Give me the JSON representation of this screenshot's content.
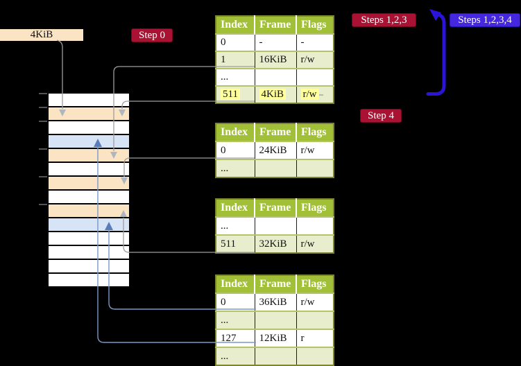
{
  "colors": {
    "wheat": "#fbe4c4",
    "lightblue": "#d7e4f5",
    "header_green": "#a2c037",
    "row_green": "#e8eecd",
    "highlight": "#ffff9c",
    "badge_red": "#a91233",
    "badge_blue": "#4527e0",
    "arrow_blue": "#2a14da",
    "connector_gray": "#9e9e9e",
    "connector_blue": "#7a97c9"
  },
  "frame_label": {
    "text": "4KiB"
  },
  "badges": {
    "step0": "Step 0",
    "steps123": "Steps 1,2,3",
    "steps1234": "Steps 1,2,3,4",
    "step4": "Step 4"
  },
  "memory_strip": {
    "rows": [
      "white",
      "wheat",
      "white",
      "blue",
      "wheat",
      "white",
      "wheat",
      "white",
      "wheat",
      "blue",
      "white",
      "white",
      "white",
      "white"
    ]
  },
  "tables": [
    {
      "id": "page-table-1",
      "headers": [
        "Index",
        "Frame",
        "Flags"
      ],
      "rows": [
        {
          "cells": [
            "0",
            "-",
            "-"
          ],
          "shade": "white",
          "highlight": false
        },
        {
          "cells": [
            "1",
            "16KiB",
            "r/w"
          ],
          "shade": "green",
          "highlight": false
        },
        {
          "cells": [
            "...",
            "",
            ""
          ],
          "shade": "white",
          "highlight": false
        },
        {
          "cells": [
            "511",
            "4KiB",
            "r/w"
          ],
          "shade": "green",
          "highlight": true
        }
      ]
    },
    {
      "id": "page-table-2",
      "headers": [
        "Index",
        "Frame",
        "Flags"
      ],
      "rows": [
        {
          "cells": [
            "0",
            "24KiB",
            "r/w"
          ],
          "shade": "white",
          "highlight": false
        },
        {
          "cells": [
            "...",
            "",
            ""
          ],
          "shade": "green",
          "highlight": false
        }
      ]
    },
    {
      "id": "page-table-3",
      "headers": [
        "Index",
        "Frame",
        "Flags"
      ],
      "rows": [
        {
          "cells": [
            "...",
            "",
            ""
          ],
          "shade": "white",
          "highlight": false
        },
        {
          "cells": [
            "511",
            "32KiB",
            "r/w"
          ],
          "shade": "green",
          "highlight": false
        }
      ]
    },
    {
      "id": "page-table-4",
      "headers": [
        "Index",
        "Frame",
        "Flags"
      ],
      "rows": [
        {
          "cells": [
            "0",
            "36KiB",
            "r/w"
          ],
          "shade": "white",
          "highlight": false
        },
        {
          "cells": [
            "...",
            "",
            ""
          ],
          "shade": "green",
          "highlight": false
        },
        {
          "cells": [
            "127",
            "12KiB",
            "r"
          ],
          "shade": "white",
          "highlight": false
        },
        {
          "cells": [
            "...",
            "",
            ""
          ],
          "shade": "green",
          "highlight": false
        }
      ]
    }
  ]
}
